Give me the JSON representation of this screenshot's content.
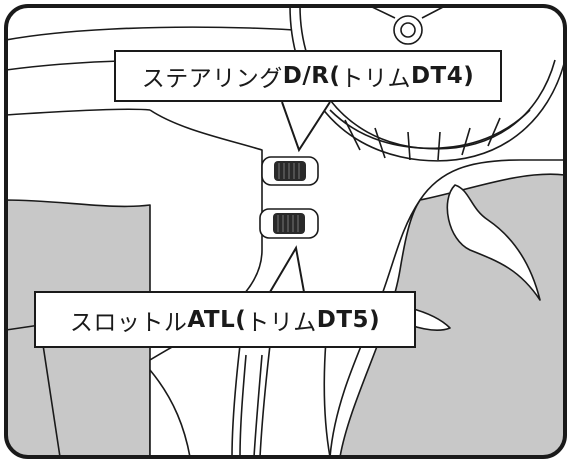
{
  "callouts": {
    "steering": {
      "label_prefix": "ステアリング ",
      "label_code": "D/R(",
      "label_mid": "トリム ",
      "label_trim": "DT4)"
    },
    "throttle": {
      "label_prefix": "スロットル ",
      "label_code": "ATL(",
      "label_mid": "トリム ",
      "label_trim": "DT5)"
    }
  },
  "colors": {
    "gray_fill": "#c8c8c8",
    "line": "#1a1a1a",
    "background": "#ffffff"
  }
}
